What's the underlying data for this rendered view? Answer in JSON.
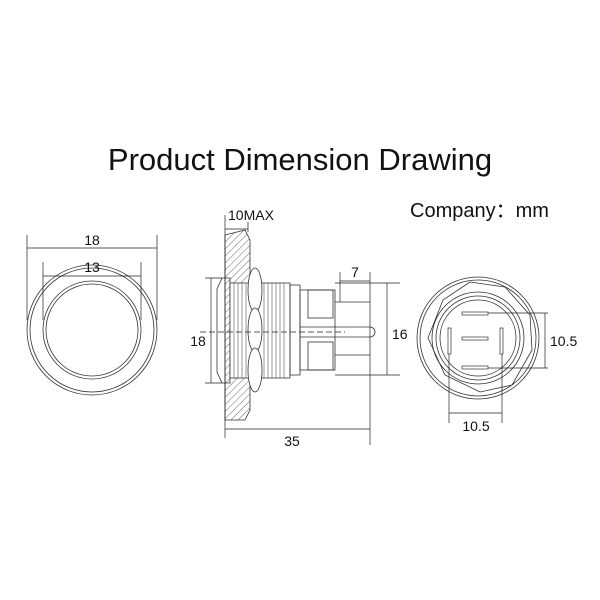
{
  "title": "Product Dimension Drawing",
  "unit_label": "Company：mm",
  "front_view": {
    "outer_diameter": "18",
    "inner_diameter": "13"
  },
  "side_view": {
    "panel_thickness": "10MAX",
    "bezel_height": "18",
    "terminal_length": "7",
    "body_height": "16",
    "total_length": "35"
  },
  "rear_view": {
    "pin_spacing_vertical": "10.5",
    "pin_spacing_horizontal": "10.5"
  }
}
